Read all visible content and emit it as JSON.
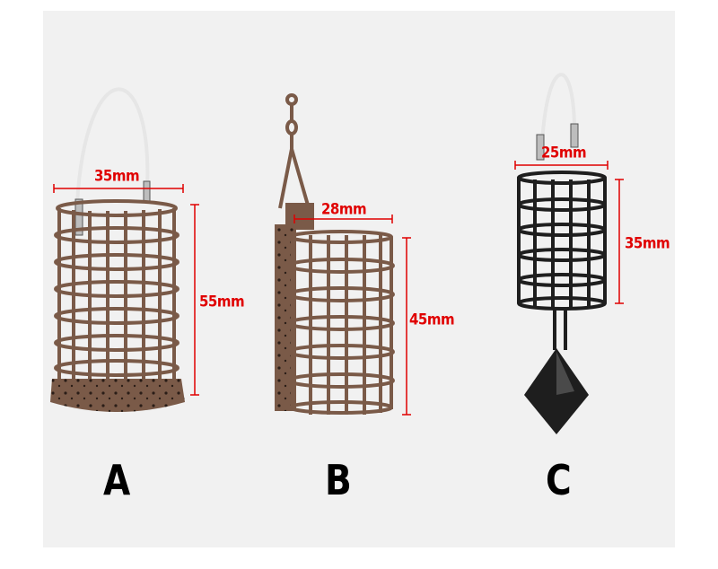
{
  "feeders": [
    {
      "id": "A",
      "width_label": "35mm",
      "height_label": "55mm",
      "color": "#7a5a48"
    },
    {
      "id": "B",
      "width_label": "28mm",
      "height_label": "45mm",
      "color": "#7a5a48"
    },
    {
      "id": "C",
      "width_label": "25mm",
      "height_label": "35mm",
      "color": "#1e1e1e"
    }
  ],
  "colors": {
    "dimension_line": "#e00000",
    "background": "#f1f1f1",
    "wire": "#e8e8e8"
  }
}
